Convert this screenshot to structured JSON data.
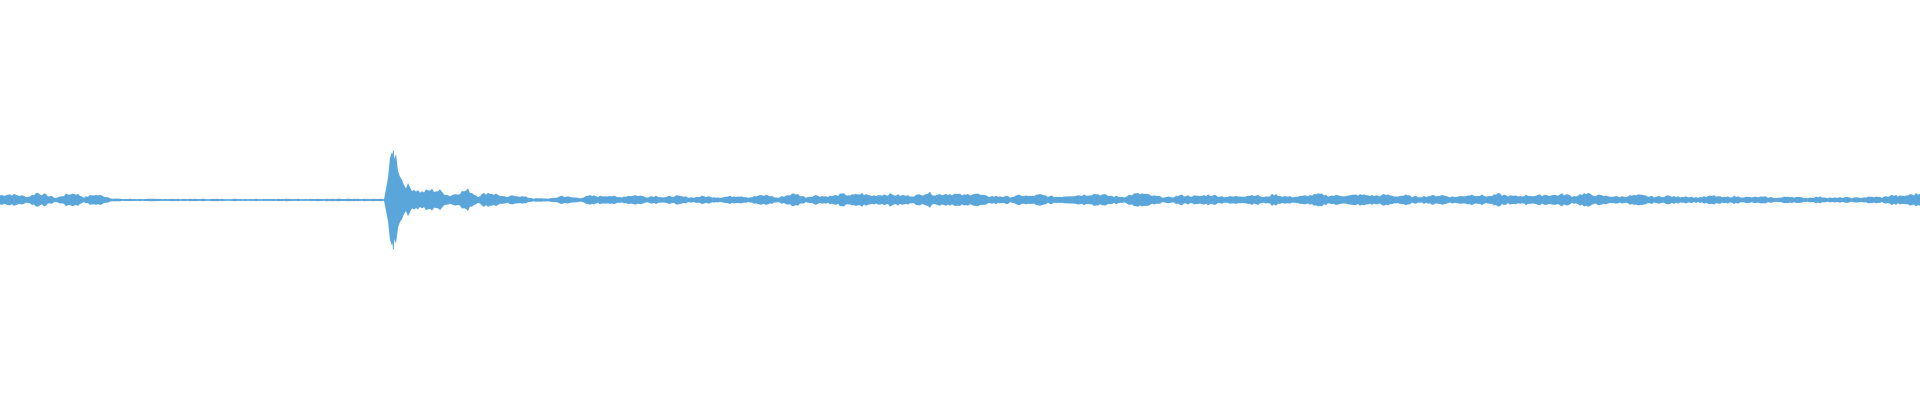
{
  "waveform": {
    "color": "#5aa6db",
    "background": "#ffffff",
    "envelope": [
      0.09,
      0.11,
      0.09,
      0.06,
      0.14,
      0.09,
      0.04,
      0.1,
      0.13,
      0.05,
      0.1,
      0.08,
      0.03,
      0.02,
      0.02,
      0.02,
      0.02,
      0.02,
      0.02,
      0.02,
      0.02,
      0.02,
      0.02,
      0.02,
      0.02,
      0.02,
      0.02,
      0.02,
      0.02,
      0.02,
      0.02,
      0.02,
      0.02,
      0.02,
      0.02,
      0.02,
      0.02,
      0.02,
      0.02,
      0.02,
      0.02,
      0.02,
      1.0,
      0.33,
      0.22,
      0.15,
      0.19,
      0.17,
      0.08,
      0.14,
      0.19,
      0.07,
      0.14,
      0.11,
      0.05,
      0.09,
      0.06,
      0.03,
      0.03,
      0.03,
      0.08,
      0.05,
      0.04,
      0.08,
      0.07,
      0.09,
      0.05,
      0.08,
      0.09,
      0.06,
      0.08,
      0.05,
      0.08,
      0.06,
      0.05,
      0.07,
      0.06,
      0.05,
      0.07,
      0.08,
      0.05,
      0.08,
      0.09,
      0.04,
      0.09,
      0.12,
      0.05,
      0.09,
      0.07,
      0.08,
      0.11,
      0.09,
      0.12,
      0.08,
      0.1,
      0.11,
      0.09,
      0.08,
      0.09,
      0.14,
      0.1,
      0.12,
      0.11,
      0.09,
      0.13,
      0.08,
      0.07,
      0.07,
      0.06,
      0.09,
      0.07,
      0.1,
      0.07,
      0.06,
      0.08,
      0.09,
      0.1,
      0.12,
      0.09,
      0.07,
      0.06,
      0.11,
      0.12,
      0.08,
      0.06,
      0.05,
      0.09,
      0.08,
      0.07,
      0.1,
      0.08,
      0.06,
      0.07,
      0.08,
      0.1,
      0.05,
      0.11,
      0.07,
      0.06,
      0.07,
      0.09,
      0.11,
      0.08,
      0.09,
      0.08,
      0.1,
      0.09,
      0.08,
      0.1,
      0.07,
      0.09,
      0.06,
      0.07,
      0.08,
      0.09,
      0.06,
      0.07,
      0.1,
      0.09,
      0.07,
      0.11,
      0.08,
      0.07,
      0.09,
      0.08,
      0.1,
      0.09,
      0.11,
      0.07,
      0.12,
      0.1,
      0.08,
      0.07,
      0.06,
      0.08,
      0.09,
      0.07,
      0.06,
      0.08,
      0.06,
      0.07,
      0.05,
      0.06,
      0.08,
      0.05,
      0.07,
      0.06,
      0.05,
      0.06,
      0.05,
      0.04,
      0.07,
      0.05,
      0.04,
      0.06,
      0.05,
      0.04,
      0.05,
      0.04,
      0.05,
      0.06,
      0.05,
      0.09,
      0.07,
      0.1,
      0.12
    ]
  }
}
